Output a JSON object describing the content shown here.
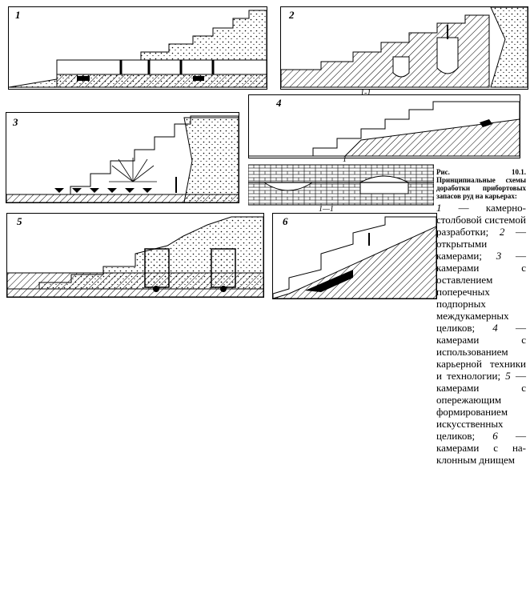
{
  "panels": {
    "p1": "1",
    "p2": "2",
    "p3": "3",
    "p4": "4",
    "p5": "5",
    "p6": "6"
  },
  "section_labels": {
    "top": "1-1",
    "plan_top": "1",
    "plan_bottom": "1—1"
  },
  "caption": {
    "head": "Рис. 10.1. Принципиальные схемы доработки прибортовых запасов руд на карьерах:",
    "items": [
      {
        "num": "1",
        "text": " — камерно-столбовой системой разработки;"
      },
      {
        "num": "2",
        "text": " — открытыми камерами;"
      },
      {
        "num": "3",
        "text": " — камерами с оставлением поперечных подпорных междукамерных целиков;"
      },
      {
        "num": "4",
        "text": " — камерами с использованием карьерной техники и технологии;"
      },
      {
        "num": "5",
        "text": " — камерами с опережающим формированием искусственных целиков;"
      },
      {
        "num": "6",
        "text": " — камерами с на-клонным днищем"
      }
    ]
  }
}
